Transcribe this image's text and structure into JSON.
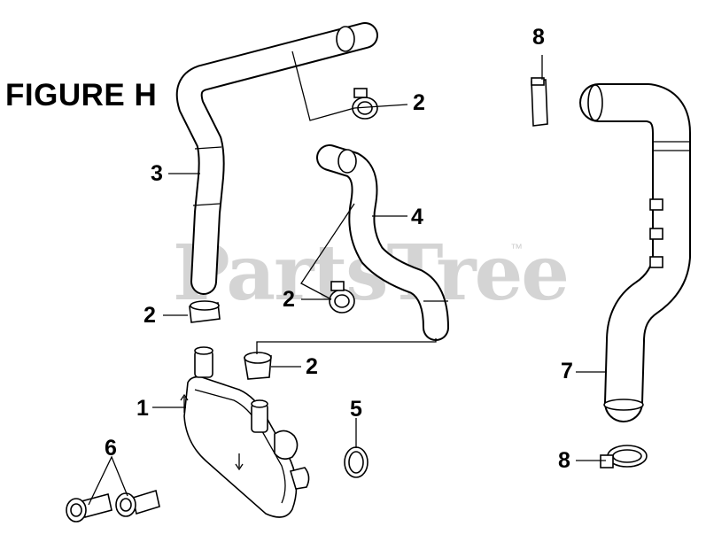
{
  "figure": {
    "title": "FIGURE H"
  },
  "watermark": {
    "text": "PartsTree",
    "tm": "™"
  },
  "callouts": {
    "c1": "1",
    "c2a": "2",
    "c2b": "2",
    "c2c": "2",
    "c2d": "2",
    "c3": "3",
    "c4": "4",
    "c5": "5",
    "c6": "6",
    "c7": "7",
    "c8a": "8",
    "c8b": "8"
  }
}
